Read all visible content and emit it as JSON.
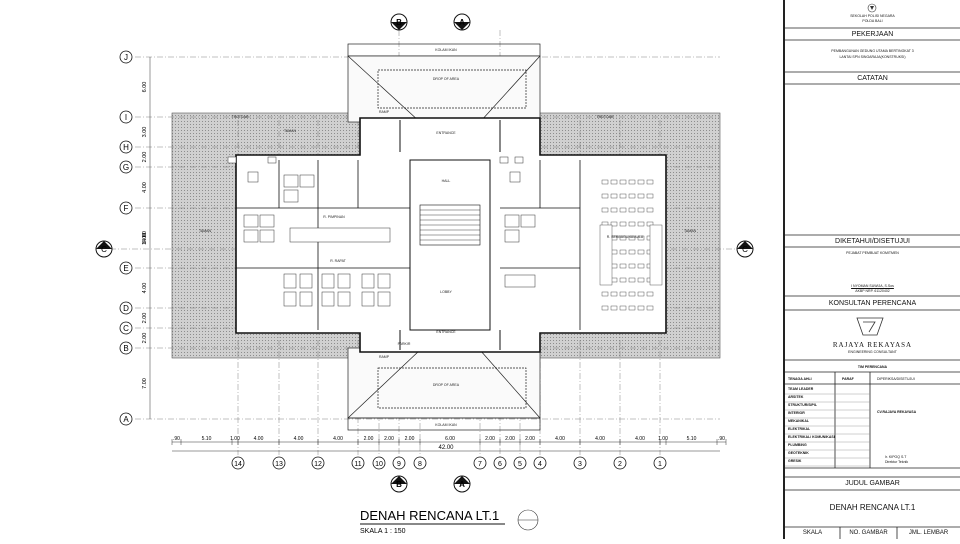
{
  "drawing": {
    "title": "DENAH RENCANA LT.1",
    "scale": "SKALA 1 : 150",
    "overall_dim": "42.00",
    "grid_rows": [
      "J",
      "I",
      "H",
      "G",
      "F",
      "E",
      "D",
      "C",
      "B",
      "A"
    ],
    "row_dims": [
      "6.00",
      "3.00",
      "2.00",
      "4.00",
      "6.00",
      "4.00",
      "2.00",
      "2.00",
      "7.00"
    ],
    "row_total": "14.00",
    "grid_cols": [
      "14",
      "13",
      "12",
      "11",
      "10",
      "9",
      "8",
      "7",
      "6",
      "5",
      "4",
      "3",
      "2",
      "1"
    ],
    "col_dims": [
      ".90",
      "5.10",
      "1.00",
      "4.00",
      "4.00",
      "4.00",
      "2.00",
      "2.00",
      "2.00",
      "6.00",
      "2.00",
      "2.00",
      "2.00",
      "4.00",
      "4.00",
      "4.00",
      "1.00",
      "5.10",
      ".90"
    ],
    "section_marks": [
      "B",
      "A",
      "C",
      "C"
    ],
    "room_labels": {
      "entrance_top": "ENTRANCE",
      "entrance_bottom": "ENTRANCE",
      "drop_off_top": "DROP OF AREA",
      "drop_off_bottom": "DROP OF AREA",
      "kolam_top": "KOLAM IKAN",
      "kolam_bottom": "KOLAM IKAN",
      "trotoar": "TROTOAR",
      "taman": "TAMAN",
      "hall": "HALL",
      "lobby": "LOBBY",
      "r_serbaguna": "R. SERBAGUNA/AULA",
      "r_pimpinan": "R. PIMPINAN",
      "r_rapat": "R. RAPAT",
      "ramp": "RAMP",
      "parkir": "PARKIR"
    }
  },
  "titleblock": {
    "owner_line1": "SEKOLAH POLISI NEGARA",
    "owner_line2": "POLDA BALI",
    "pekerjaan_h": "PEKERJAAN",
    "pekerjaan_1": "PEMBANGUNAN GEDUNG UTAMA BERTINGKAT 3",
    "pekerjaan_2": "LANTAI SPN SINGARAJA(KONSTRUKSI)",
    "catatan_h": "CATATAN",
    "diketahui_h": "DIKETAHUI/DISETUJUI",
    "diketahui_sub": "PEJABAT PEMBUAT KOMITMEN",
    "signer": "I NYOMAN SUWIJA, S.Sos",
    "signer_id": "AKBP NRP. 61120402",
    "konsultan_h": "KONSULTAN PERENCANA",
    "firm": "RAJAYA REKAYASA",
    "firm_sub": "ENGINEERING CONSULTANT",
    "tim_h": "TIM PERENCANA",
    "tim_col1": "TENAGA AHLI",
    "tim_col2": "PARAF",
    "tim_col3": "DIPERIKSA/DISETUJUI",
    "tim_rows": [
      "TEAM LEADER",
      "ARSITEK",
      "STRUKTUR/SIPIL",
      "INTERIOR",
      "MEKANIKAL",
      "ELEKTRIKAL",
      "ELEKTRIKAL/ KOMUNIKASI",
      "PLUMBING",
      "GEOTEKNIK",
      "GRESIK"
    ],
    "cv": "CV.RAJAYA REKAYASA",
    "director": "Ir. KIPOQ S.T",
    "director_role": "Direktur Teknik",
    "judul_h": "JUDUL GAMBAR",
    "judul": "DENAH RENCANA LT.1",
    "foot1": "SKALA",
    "foot2": "NO. GAMBAR",
    "foot3": "JML. LEMBAR"
  }
}
